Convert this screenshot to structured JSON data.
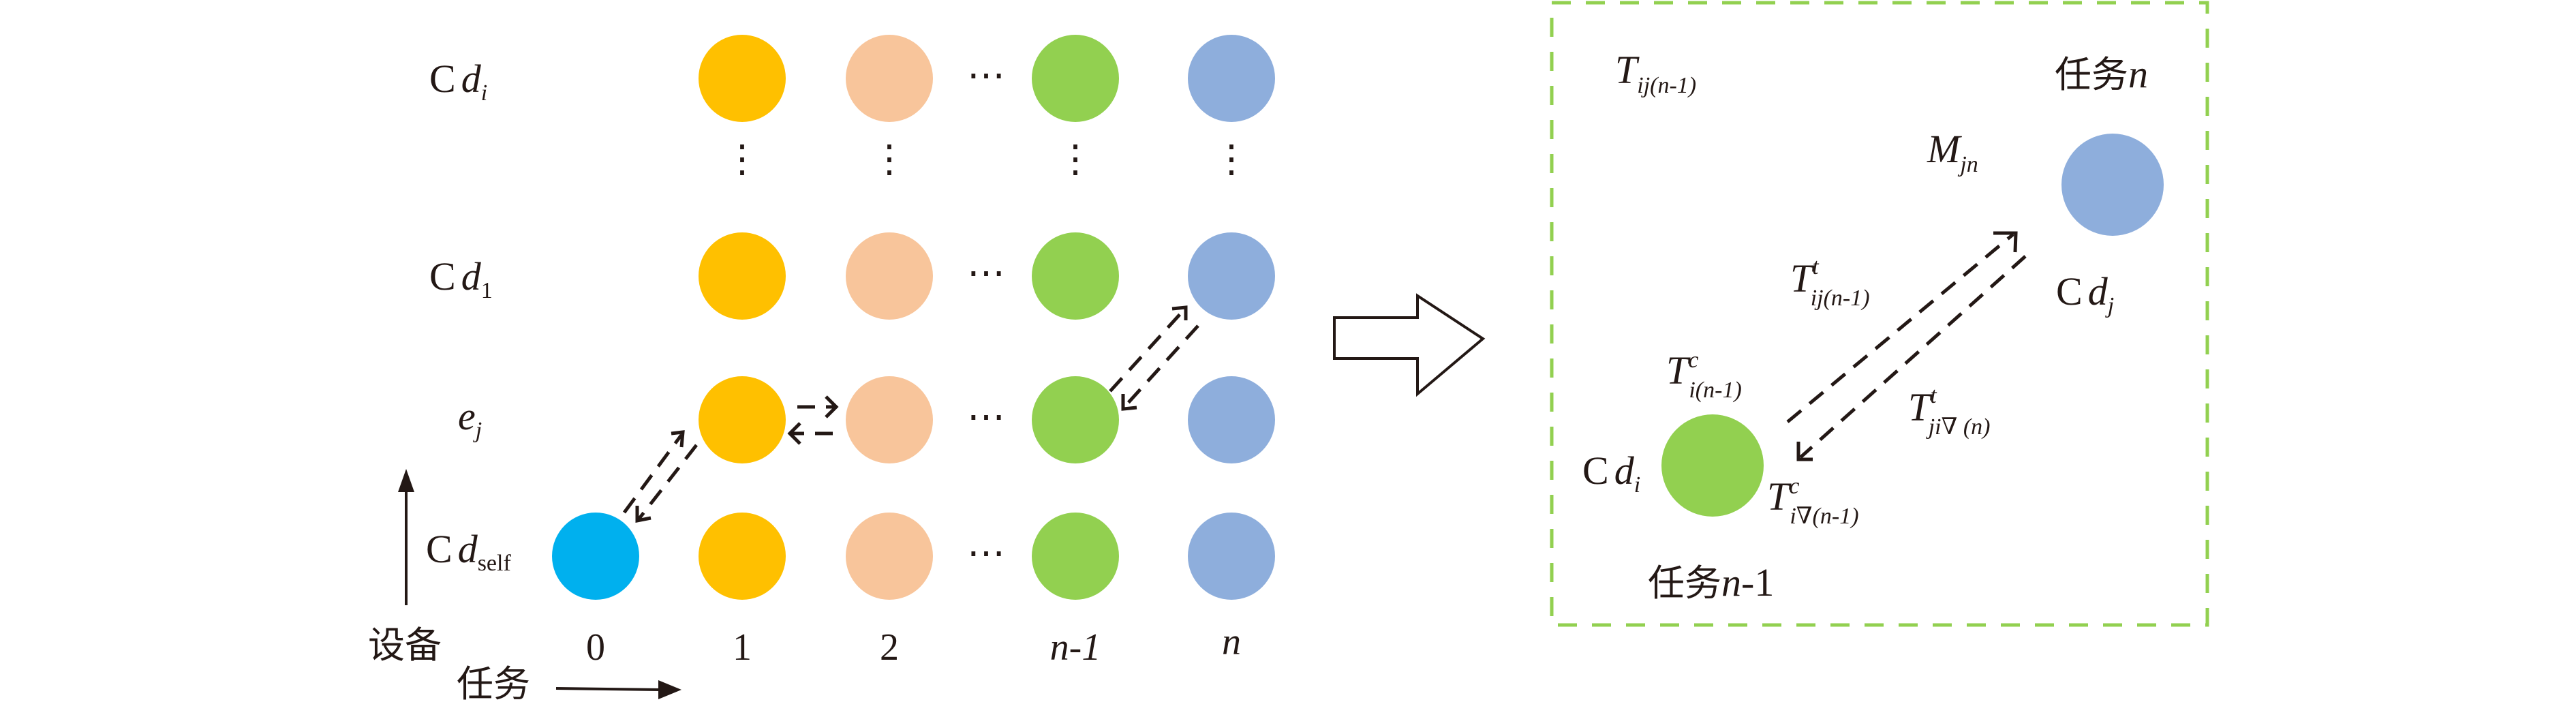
{
  "colors": {
    "self": "#00B0EE",
    "task1": "#FFC000",
    "task2": "#F8C59B",
    "task_n_minus_1": "#92D050",
    "task_n": "#8EAEDC",
    "box_border": "#92D050",
    "ink": "#231815"
  },
  "left": {
    "rows": [
      {
        "main": "C",
        "var": "d",
        "sub": "i"
      },
      {
        "main": "C",
        "var": "d",
        "sub": "1"
      },
      {
        "main": "",
        "var": "e",
        "sub": "j"
      },
      {
        "main": "C",
        "var": "d",
        "sub": "self"
      }
    ],
    "columns": [
      "0",
      "1",
      "2",
      "n-1",
      "n"
    ],
    "ellipsis": "⋯",
    "vdots": "⋮",
    "y_axis_label": "设备",
    "x_axis_label": "任务"
  },
  "right": {
    "task_n_label": {
      "text": "任务",
      "var": "n"
    },
    "task_n1_label": {
      "text": "任务",
      "var": "n",
      "suffix": "-1"
    },
    "T_ij": {
      "main": "T",
      "sub": "ij(n-1)"
    },
    "M_jn": {
      "main": "M",
      "sub": "jn"
    },
    "Tt_ij": {
      "main": "T",
      "sup": "t",
      "sub": "ij(n-1)"
    },
    "Cd_j": {
      "main": "C",
      "var": "d",
      "sub": "j"
    },
    "Tc_i": {
      "main": "T",
      "sup": "c",
      "sub": "i(n-1)"
    },
    "Tt_ji": {
      "main": "T",
      "sup": "t",
      "sub": "ji∇ (n)"
    },
    "Cd_i": {
      "main": "C",
      "var": "d",
      "sub": "i"
    },
    "Tc_inabla": {
      "main": "T",
      "sup": "c",
      "sub": "i∇(n-1)"
    }
  }
}
